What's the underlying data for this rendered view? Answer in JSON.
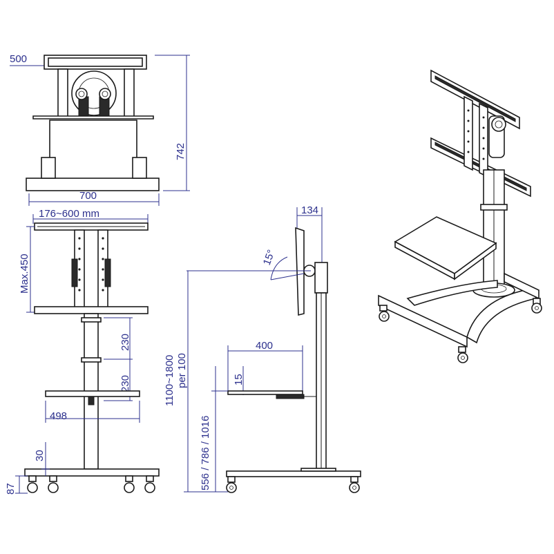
{
  "colors": {
    "dimension": "#2b2f8c",
    "outline": "#1a1a1a",
    "background": "#ffffff"
  },
  "top_view": {
    "depth": "500",
    "width": "700",
    "height": "742"
  },
  "front_view": {
    "vesa_range": "176~600  mm",
    "max_height": "Max.450",
    "spacing_upper": "230",
    "spacing_lower": "230",
    "shelf_width": "498",
    "base_clearance": "30",
    "caster_height": "87"
  },
  "side_view": {
    "mount_depth": "134",
    "tilt_angle": "15°",
    "shelf_depth": "400",
    "shelf_thickness": "15",
    "total_height": "1100~1800",
    "height_step": "per 100",
    "shelf_heights": "556 / 786 / 1016"
  }
}
